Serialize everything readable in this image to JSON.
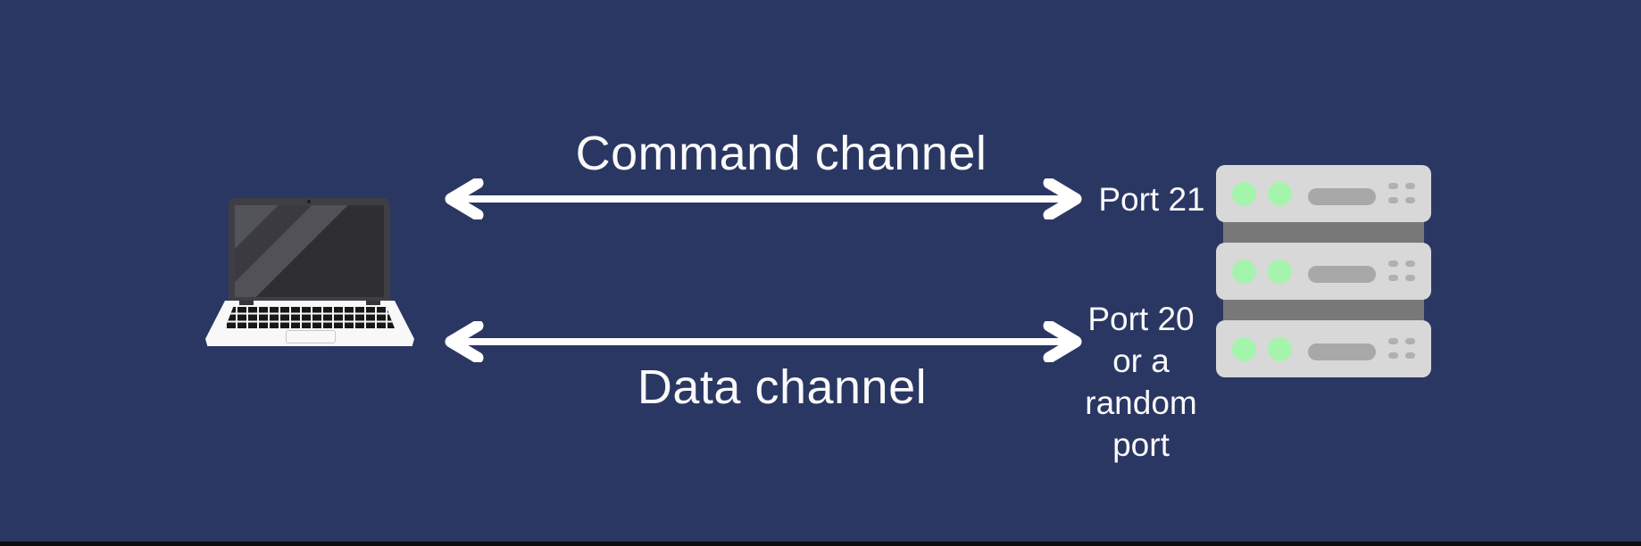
{
  "colors": {
    "background": "#2b3763",
    "bottom_bar": "#0d0d0d",
    "text": "#fafafa",
    "arrow": "#ffffff",
    "server_body": "#d8d8d8",
    "server_connector": "#787878",
    "server_led_green": "#a5f4ab",
    "server_vent_gray": "#a8a8a8",
    "laptop_base": "#f8f8f8",
    "laptop_screen": "#2e2e33"
  },
  "icons": {
    "client": "laptop-icon",
    "server": "server-rack-icon"
  },
  "channels": {
    "command": {
      "label": "Command channel",
      "port_label": "Port 21"
    },
    "data": {
      "label": "Data channel",
      "port_label_lines": [
        "Port 20",
        "or a",
        "random",
        "port"
      ]
    }
  }
}
